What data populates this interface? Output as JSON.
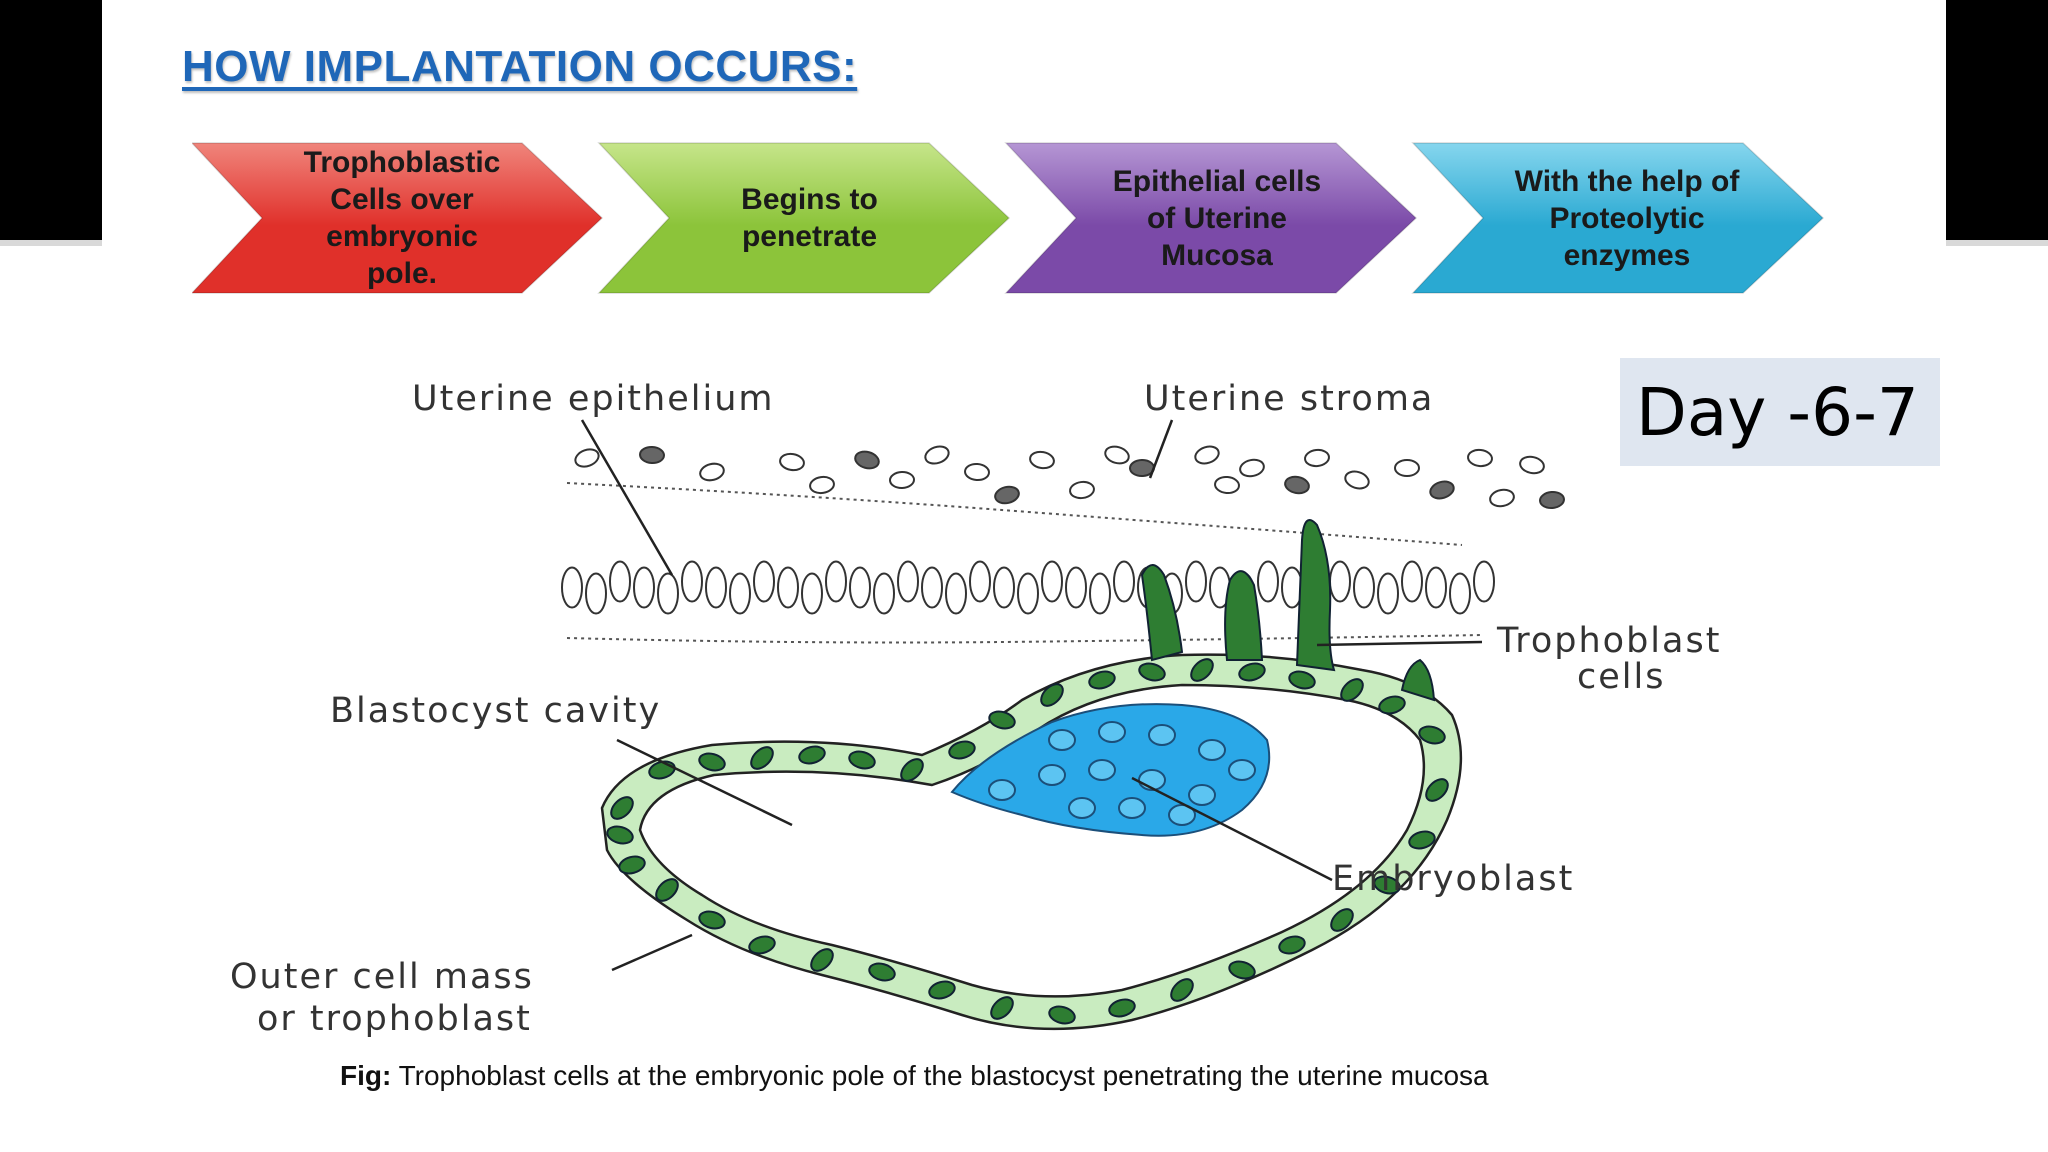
{
  "slide": {
    "title": "HOW IMPLANTATION OCCURS:",
    "steps": [
      {
        "label": "Trophoblastic Cells over embryonic pole.",
        "color": "#e0302a",
        "color_light": "#f0857c"
      },
      {
        "label": "Begins to penetrate",
        "color": "#8cc43a",
        "color_light": "#c6e58a"
      },
      {
        "label": "Epithelial cells of Uterine Mucosa",
        "color": "#7b4aa8",
        "color_light": "#b596d4"
      },
      {
        "label": "With the help of Proteolytic enzymes",
        "color": "#2aa9d2",
        "color_light": "#86d6ee"
      }
    ],
    "day_label": "Day -6-7",
    "diagram": {
      "labels": {
        "uterine_epithelium": "Uterine epithelium",
        "uterine_stroma": "Uterine stroma",
        "trophoblast_cells_1": "Trophoblast",
        "trophoblast_cells_2": "cells",
        "blastocyst_cavity": "Blastocyst cavity",
        "embryoblast": "Embryoblast",
        "outer_cell_mass_1": "Outer cell mass",
        "outer_cell_mass_2": "or trophoblast"
      },
      "colors": {
        "trophoblast_wall": "#c9ecc0",
        "invading_cells": "#2e7d32",
        "embryoblast": "#2aa8e8",
        "outline": "#222222"
      }
    },
    "caption_prefix": "Fig:",
    "caption_text": " Trophoblast cells at the embryonic pole of the blastocyst penetrating the uterine mucosa"
  }
}
